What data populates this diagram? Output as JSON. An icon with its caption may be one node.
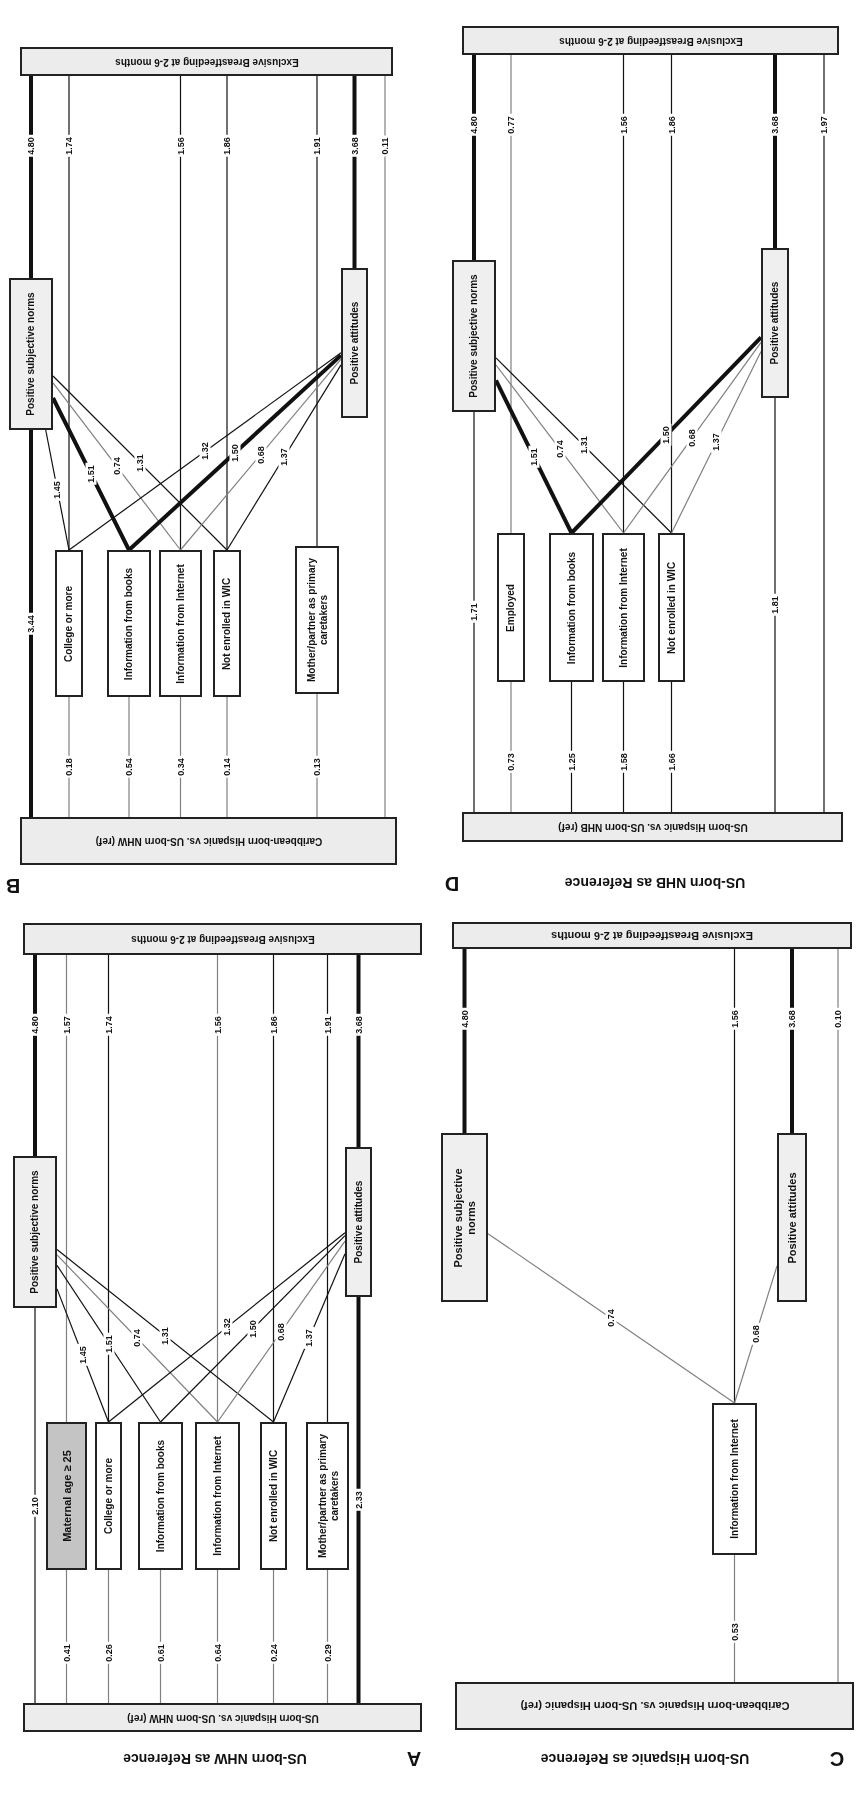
{
  "diagram": {
    "nodes": [
      {
        "text": [
          "Exclusive Breastfeeding at 2-6 months"
        ]
      },
      {
        "text": [
          "Positive subjective norms"
        ]
      },
      {
        "text": [
          "Positive attitudes"
        ]
      },
      {
        "text": [
          "College or more"
        ]
      },
      {
        "text": [
          "Information from books"
        ]
      },
      {
        "text": [
          "Information from Internet"
        ]
      },
      {
        "text": [
          "Not enrolled in WIC"
        ]
      },
      {
        "text": [
          "Mother/partner as primary caretakers"
        ]
      },
      {
        "text": [
          "Caribbean-born Hispanic vs. US-born NHW (ref)"
        ]
      },
      {
        "text": [
          "Exclusive Breastfeeding at 2-6 months"
        ]
      },
      {
        "text": [
          "Positive subjective norms"
        ]
      },
      {
        "text": [
          "Positive attitudes"
        ]
      },
      {
        "text": [
          "Employed"
        ]
      },
      {
        "text": [
          "Information from books"
        ]
      },
      {
        "text": [
          "Information from Internet"
        ]
      },
      {
        "text": [
          "Not enrolled in WIC"
        ]
      },
      {
        "text": [
          "US-born Hispanic vs. US-born NHB (ref)"
        ]
      },
      {
        "text": [
          "Exclusive Breastfeeding at 2-6 months"
        ]
      },
      {
        "text": [
          "Positive subjective norms"
        ]
      },
      {
        "text": [
          "Positive attitudes"
        ]
      },
      {
        "text": [
          "Maternal age ≥ 25"
        ]
      },
      {
        "text": [
          "College or more"
        ]
      },
      {
        "text": [
          "Information from books"
        ]
      },
      {
        "text": [
          "Information from Internet"
        ]
      },
      {
        "text": [
          "Not enrolled in WIC"
        ]
      },
      {
        "text": [
          "Mother/partner as primary caretakers"
        ]
      },
      {
        "text": [
          "US-born Hispanic vs. US-born NHW (ref)"
        ]
      },
      {
        "text": [
          "Exclusive Breastfeeding at 2-6 months"
        ]
      },
      {
        "text": [
          "Positive subjective norms"
        ]
      },
      {
        "text": [
          "Positive attitudes"
        ]
      },
      {
        "text": [
          "Information from Internet"
        ]
      },
      {
        "text": [
          "Caribbean-born Hispanic vs. US-born Hispanic (ref)"
        ]
      }
    ],
    "edges": [
      {
        "from": 8,
        "to": 1,
        "arrow": "none",
        "label": "3.44",
        "style": "thick"
      },
      {
        "from": 1,
        "to": 0,
        "arrow": "none",
        "label": "4.80",
        "style": "thick"
      },
      {
        "from": 3,
        "to": 0,
        "arrow": "none",
        "label": "1.74"
      },
      {
        "from": 5,
        "to": 0,
        "arrow": "none",
        "label": "1.56"
      },
      {
        "from": 6,
        "to": 0,
        "arrow": "none",
        "label": "1.86"
      },
      {
        "from": 7,
        "to": 0,
        "arrow": "none",
        "label": "1.91"
      },
      {
        "from": 2,
        "to": 0,
        "arrow": "none",
        "label": "3.68",
        "style": "thick"
      },
      {
        "from": 8,
        "to": 0,
        "arrow": "none",
        "label": "0.11",
        "color": "#808080"
      },
      {
        "from": 8,
        "to": 3,
        "arrow": "none",
        "label": "0.18",
        "color": "#808080"
      },
      {
        "from": 8,
        "to": 4,
        "arrow": "none",
        "label": "0.54",
        "color": "#808080"
      },
      {
        "from": 8,
        "to": 5,
        "arrow": "none",
        "label": "0.34",
        "color": "#808080"
      },
      {
        "from": 8,
        "to": 6,
        "arrow": "none",
        "label": "0.14",
        "color": "#808080"
      },
      {
        "from": 8,
        "to": 7,
        "arrow": "none",
        "label": "0.13",
        "color": "#808080"
      },
      {
        "from": 1,
        "to": 3,
        "arrow": "none",
        "label": "1.45"
      },
      {
        "from": 1,
        "to": 4,
        "arrow": "none",
        "label": "1.51",
        "style": "thick"
      },
      {
        "from": 1,
        "to": 5,
        "arrow": "none",
        "label": "0.74",
        "color": "#808080"
      },
      {
        "from": 1,
        "to": 6,
        "arrow": "none",
        "label": "1.31"
      },
      {
        "from": 3,
        "to": 2,
        "arrow": "none",
        "label": "1.32"
      },
      {
        "from": 4,
        "to": 2,
        "arrow": "none",
        "label": "1.50",
        "style": "thick"
      },
      {
        "from": 5,
        "to": 2,
        "arrow": "none",
        "label": "0.68",
        "color": "#808080"
      },
      {
        "from": 6,
        "to": 2,
        "arrow": "none",
        "label": "1.37"
      },
      {
        "from": 16,
        "to": 10,
        "arrow": "none",
        "label": "1.71"
      },
      {
        "from": 10,
        "to": 9,
        "arrow": "none",
        "label": "4.80",
        "style": "thick"
      },
      {
        "from": 12,
        "to": 9,
        "arrow": "none",
        "label": "0.77",
        "color": "#808080"
      },
      {
        "from": 14,
        "to": 9,
        "arrow": "none",
        "label": "1.56"
      },
      {
        "from": 15,
        "to": 9,
        "arrow": "none",
        "label": "1.86"
      },
      {
        "from": 11,
        "to": 9,
        "arrow": "none",
        "label": "3.68",
        "style": "thick"
      },
      {
        "from": 16,
        "to": 9,
        "arrow": "none",
        "label": "1.97"
      },
      {
        "from": 16,
        "to": 11,
        "arrow": "none",
        "label": "1.81"
      },
      {
        "from": 16,
        "to": 12,
        "arrow": "none",
        "label": "0.73",
        "color": "#808080"
      },
      {
        "from": 16,
        "to": 13,
        "arrow": "none",
        "label": "1.25"
      },
      {
        "from": 16,
        "to": 14,
        "arrow": "none",
        "label": "1.58"
      },
      {
        "from": 16,
        "to": 15,
        "arrow": "none",
        "label": "1.66"
      },
      {
        "from": 10,
        "to": 13,
        "arrow": "none",
        "label": "1.51",
        "style": "thick"
      },
      {
        "from": 10,
        "to": 14,
        "arrow": "none",
        "label": "0.74",
        "color": "#808080"
      },
      {
        "from": 10,
        "to": 15,
        "arrow": "none",
        "label": "1.31"
      },
      {
        "from": 13,
        "to": 11,
        "arrow": "none",
        "label": "1.50",
        "style": "thick"
      },
      {
        "from": 14,
        "to": 11,
        "arrow": "none",
        "label": "0.68",
        "color": "#808080"
      },
      {
        "from": 15,
        "to": 11,
        "arrow": "none",
        "label": "1.37",
        "color": "#808080"
      },
      {
        "from": 26,
        "to": 18,
        "arrow": "none",
        "label": "2.10"
      },
      {
        "from": 18,
        "to": 17,
        "arrow": "none",
        "label": "4.80",
        "style": "thick"
      },
      {
        "from": 20,
        "to": 17,
        "arrow": "none",
        "label": "1.57",
        "color": "#808080"
      },
      {
        "from": 21,
        "to": 17,
        "arrow": "none",
        "label": "1.74"
      },
      {
        "from": 23,
        "to": 17,
        "arrow": "none",
        "label": "1.56",
        "color": "#808080"
      },
      {
        "from": 24,
        "to": 17,
        "arrow": "none",
        "label": "1.86"
      },
      {
        "from": 25,
        "to": 17,
        "arrow": "none",
        "label": "1.91"
      },
      {
        "from": 19,
        "to": 17,
        "arrow": "none",
        "label": "3.68",
        "style": "thick"
      },
      {
        "from": 26,
        "to": 19,
        "arrow": "none",
        "label": "2.33",
        "style": "thick"
      },
      {
        "from": 26,
        "to": 20,
        "arrow": "none",
        "label": "0.41",
        "color": "#808080"
      },
      {
        "from": 26,
        "to": 21,
        "arrow": "none",
        "label": "0.26",
        "color": "#808080"
      },
      {
        "from": 26,
        "to": 22,
        "arrow": "none",
        "label": "0.61",
        "color": "#808080"
      },
      {
        "from": 26,
        "to": 23,
        "arrow": "none",
        "label": "0.64",
        "color": "#808080"
      },
      {
        "from": 26,
        "to": 24,
        "arrow": "none",
        "label": "0.24",
        "color": "#808080"
      },
      {
        "from": 26,
        "to": 25,
        "arrow": "none",
        "label": "0.29",
        "color": "#808080"
      },
      {
        "from": 18,
        "to": 21,
        "arrow": "none",
        "label": "1.45"
      },
      {
        "from": 18,
        "to": 22,
        "arrow": "none",
        "label": "1.51"
      },
      {
        "from": 18,
        "to": 23,
        "arrow": "none",
        "label": "0.74",
        "color": "#808080"
      },
      {
        "from": 18,
        "to": 24,
        "arrow": "none",
        "label": "1.31"
      },
      {
        "from": 21,
        "to": 19,
        "arrow": "none",
        "label": "1.32"
      },
      {
        "from": 22,
        "to": 19,
        "arrow": "none",
        "label": "1.50"
      },
      {
        "from": 23,
        "to": 19,
        "arrow": "none",
        "label": "0.68",
        "color": "#808080"
      },
      {
        "from": 24,
        "to": 19,
        "arrow": "none",
        "label": "1.37"
      },
      {
        "from": 28,
        "to": 27,
        "arrow": "none",
        "label": "4.80",
        "style": "thick"
      },
      {
        "from": 30,
        "to": 27,
        "arrow": "none",
        "label": "1.56"
      },
      {
        "from": 29,
        "to": 27,
        "arrow": "none",
        "label": "3.68",
        "style": "thick"
      },
      {
        "from": 31,
        "to": 27,
        "arrow": "none",
        "label": "0.10",
        "color": "#808080"
      },
      {
        "from": 31,
        "to": 30,
        "arrow": "none",
        "label": "0.53",
        "color": "#808080"
      },
      {
        "from": 28,
        "to": 30,
        "arrow": "none",
        "label": "0.74",
        "color": "#808080"
      },
      {
        "from": 30,
        "to": 29,
        "arrow": "none",
        "label": "0.68",
        "color": "#808080"
      }
    ],
    "labels": [
      "B",
      "D",
      "US-born NHB as Reference",
      "A",
      "US-born NHW as Reference",
      "C",
      "US-born Hispanic as Reference"
    ]
  }
}
